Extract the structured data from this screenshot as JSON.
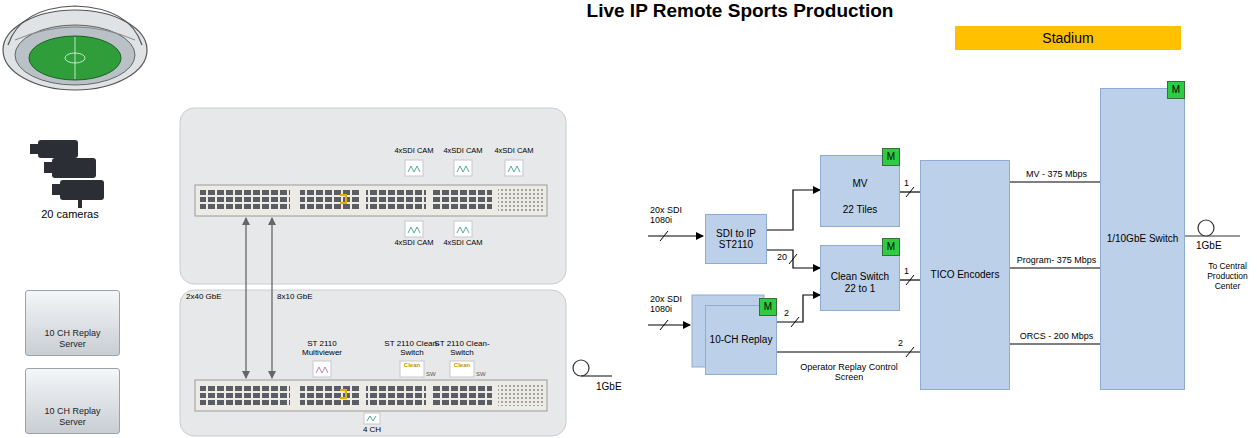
{
  "diagram": {
    "title": "Live IP Remote Sports Production",
    "nodes": [
      {
        "text": [
          "Stadium"
        ]
      },
      {
        "text": [
          "10 CH Replay Server"
        ]
      },
      {
        "text": [
          "10 CH Replay Server"
        ]
      },
      {
        "text": [
          "SDI to IP ST2110"
        ]
      },
      {
        "text": [
          "MV",
          "22 Tiles"
        ]
      },
      {
        "text": [
          "M"
        ],
        "in": 4
      },
      {
        "text": [
          "Clean Switch 22 to 1"
        ]
      },
      {
        "text": [
          "M"
        ],
        "in": 6
      },
      {
        "text": [
          "10-CH Replay"
        ]
      },
      {
        "text": [
          "M"
        ],
        "in": 8
      },
      {
        "text": [
          "TICO Encoders"
        ]
      },
      {
        "text": [
          "1/10GbE Switch"
        ]
      },
      {
        "text": [
          "M"
        ],
        "in": 11
      }
    ],
    "edges": [
      {
        "from": 3,
        "to": 4,
        "arrow": "to"
      },
      {
        "from": 3,
        "to": 6,
        "label": "20",
        "arrow": "to"
      },
      {
        "from": 8,
        "to": 6,
        "label": "2",
        "arrow": "to"
      },
      {
        "from": 4,
        "to": 10,
        "label": "1",
        "arrow": "none"
      },
      {
        "from": 6,
        "to": 10,
        "label": "1",
        "arrow": "none"
      },
      {
        "from": 8,
        "to": 10,
        "label": "2",
        "arrow": "none"
      },
      {
        "from": 10,
        "to": 11,
        "label": "MV - 375 Mbps",
        "arrow": "none"
      },
      {
        "from": 10,
        "to": 11,
        "label": "Program- 375 Mbps",
        "arrow": "none"
      },
      {
        "from": 10,
        "to": 11,
        "label": "ORCS - 200 Mbps",
        "arrow": "none"
      }
    ],
    "labels": [
      "20 cameras",
      "4xSDI CAM",
      "4xSDI CAM",
      "4xSDI CAM",
      "4xSDI CAM",
      "4xSDI CAM",
      "2x40 GbE",
      "8x10 GbE",
      "ST 2110 Multiviewer",
      "ST 2110 Clean-Switch",
      "ST 2110 Clean-Switch",
      "Clean",
      "SW",
      "Clean",
      "SW",
      "4 CH",
      "1GbE",
      "20x SDI 1080i",
      "20x SDI 1080i",
      "Operator Replay Control Screen",
      "1GbE",
      "To Central Production Center"
    ]
  }
}
